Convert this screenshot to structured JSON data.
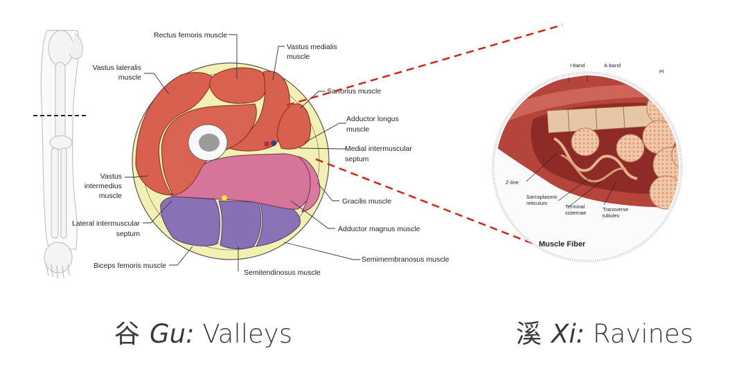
{
  "labels": {
    "rectus_femoris": "Rectus femoris muscle",
    "vastus_lateralis": [
      "Vastus lateralis",
      "muscle"
    ],
    "vastus_medialis": [
      "Vastus medialis",
      "muscle"
    ],
    "sartorius": "Sartorius muscle",
    "adductor_longus": [
      "Adductor longus",
      "muscle"
    ],
    "medial_intermuscular": [
      "Medial intermuscular",
      "septum"
    ],
    "vastus_intermedius": [
      "Vastus",
      "intermedius",
      "muscle"
    ],
    "gracilis": "Gracilis muscle",
    "lateral_intermuscular": [
      "Lateral intermuscular",
      "septum"
    ],
    "adductor_magnus": "Adductor magnus muscle",
    "biceps_femoris": "Biceps femoris muscle",
    "semimembranosus": "Semimembranosus muscle",
    "semitendinosus": "Semitendinosus muscle"
  },
  "fiber": {
    "title": "Muscle Fiber",
    "i_band": "I-band",
    "a_band": "A-band",
    "pl": "Pl",
    "z_line": "Z-line",
    "sarcoplasmic": [
      "Sarcoplasmic",
      "reticulum"
    ],
    "terminal": [
      "Terminal",
      "cisternae"
    ],
    "transverse": [
      "Transverse",
      "tubules"
    ]
  },
  "captions": {
    "left": {
      "han": "谷",
      "roman": "Gu:",
      "meaning": "Valleys"
    },
    "right": {
      "han": "溪",
      "roman": "Xi:",
      "meaning": "Ravines"
    }
  },
  "colors": {
    "fat_ring": "#f3f0b4",
    "quadriceps": "#d9604e",
    "adductor": "#d6759a",
    "hamstrings": "#8a70b5",
    "bone": "#9b9b9b",
    "guide_line": "#d12a1a"
  }
}
